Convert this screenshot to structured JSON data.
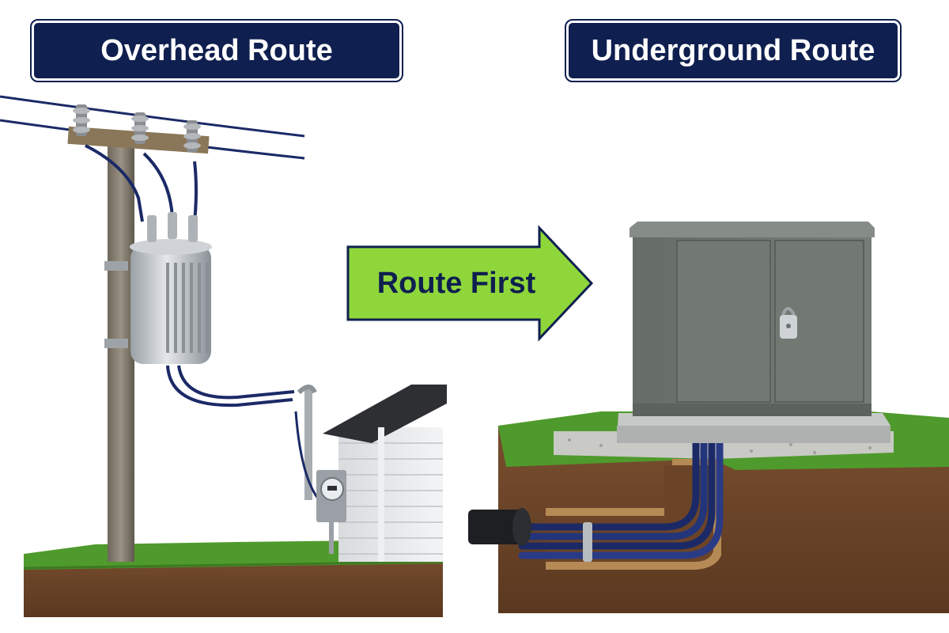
{
  "panels": {
    "overhead": {
      "title": "Overhead Route"
    },
    "underground": {
      "title": "Underground Route"
    }
  },
  "transition_arrow": {
    "label": "Route First"
  },
  "colors": {
    "navy": "#0f1f4f",
    "arrow_green": "#8ed63a",
    "grass": "#4f9a2c",
    "soil": "#6b4428",
    "cabinet": "#6f7670",
    "cable": "#1b2a66"
  }
}
